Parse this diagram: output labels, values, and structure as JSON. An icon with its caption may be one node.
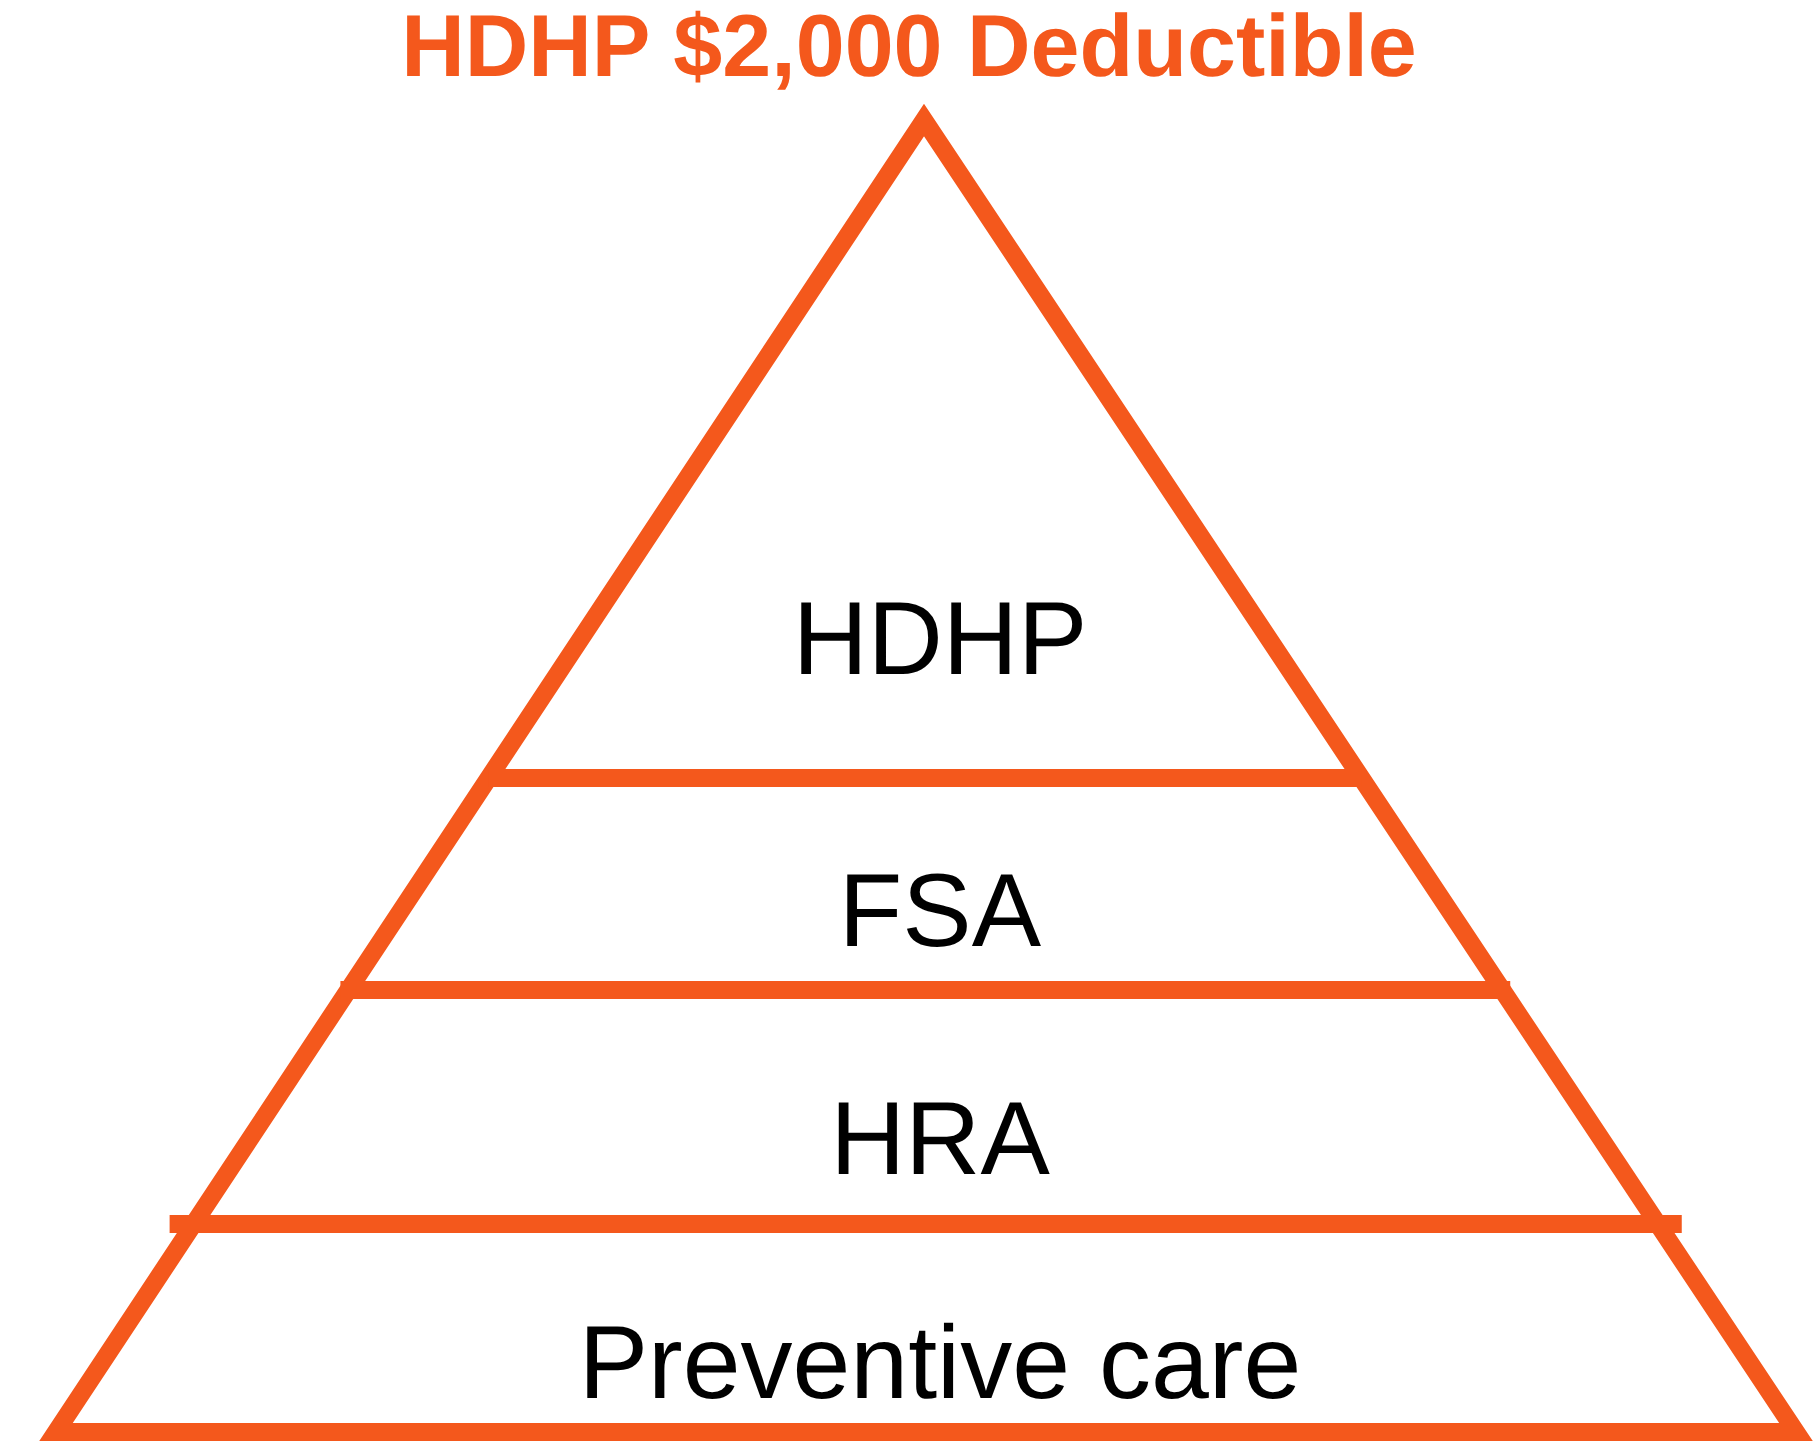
{
  "diagram": {
    "title": "HDHP $2,000 Deductible",
    "nodes": [
      {
        "text": [
          "HDHP"
        ]
      },
      {
        "text": [
          "FSA"
        ]
      },
      {
        "text": [
          "HRA"
        ]
      },
      {
        "text": [
          "Preventive care"
        ]
      }
    ]
  }
}
